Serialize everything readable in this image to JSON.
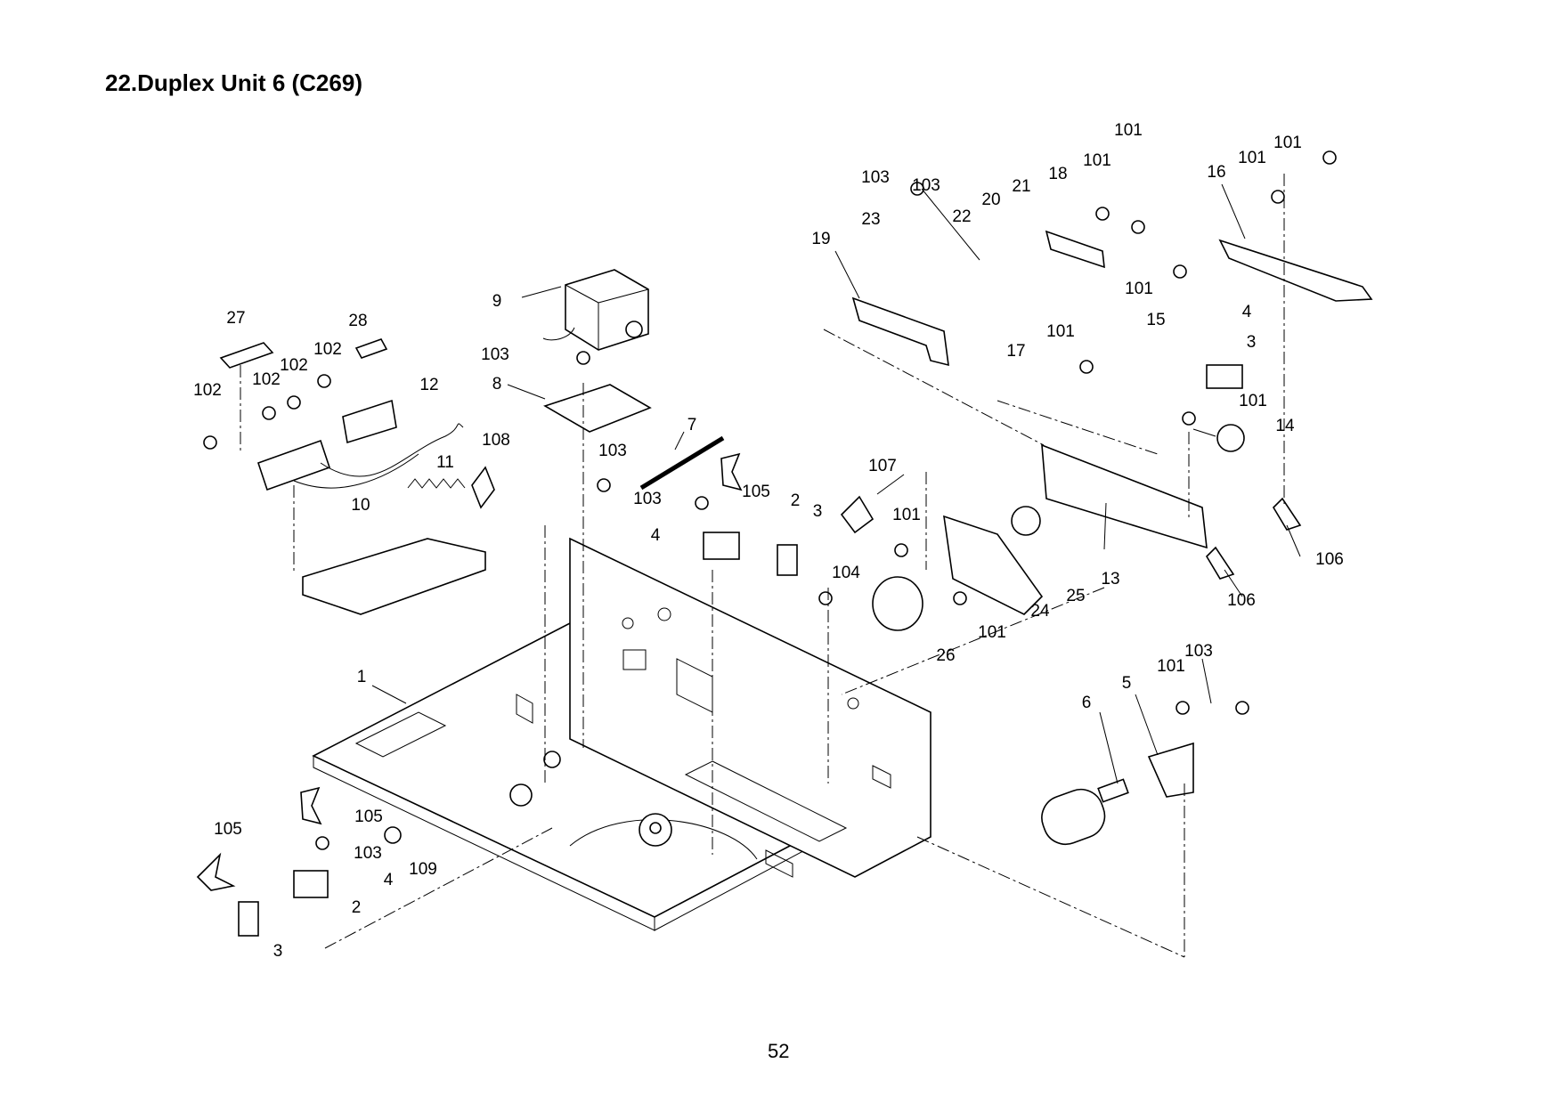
{
  "title": "22.Duplex Unit 6 (C269)",
  "page_number": "52",
  "callouts": [
    {
      "label": "1"
    },
    {
      "label": "2"
    },
    {
      "label": "2"
    },
    {
      "label": "3"
    },
    {
      "label": "3"
    },
    {
      "label": "3"
    },
    {
      "label": "4"
    },
    {
      "label": "4"
    },
    {
      "label": "4"
    },
    {
      "label": "5"
    },
    {
      "label": "6"
    },
    {
      "label": "7"
    },
    {
      "label": "8"
    },
    {
      "label": "9"
    },
    {
      "label": "10"
    },
    {
      "label": "11"
    },
    {
      "label": "12"
    },
    {
      "label": "13"
    },
    {
      "label": "14"
    },
    {
      "label": "15"
    },
    {
      "label": "16"
    },
    {
      "label": "17"
    },
    {
      "label": "18"
    },
    {
      "label": "19"
    },
    {
      "label": "20"
    },
    {
      "label": "21"
    },
    {
      "label": "22"
    },
    {
      "label": "23"
    },
    {
      "label": "24"
    },
    {
      "label": "25"
    },
    {
      "label": "26"
    },
    {
      "label": "27"
    },
    {
      "label": "28"
    },
    {
      "label": "101"
    },
    {
      "label": "101"
    },
    {
      "label": "101"
    },
    {
      "label": "101"
    },
    {
      "label": "101"
    },
    {
      "label": "101"
    },
    {
      "label": "101"
    },
    {
      "label": "101"
    },
    {
      "label": "101"
    },
    {
      "label": "101"
    },
    {
      "label": "102"
    },
    {
      "label": "102"
    },
    {
      "label": "102"
    },
    {
      "label": "102"
    },
    {
      "label": "103"
    },
    {
      "label": "103"
    },
    {
      "label": "103"
    },
    {
      "label": "103"
    },
    {
      "label": "103"
    },
    {
      "label": "103"
    },
    {
      "label": "103"
    },
    {
      "label": "104"
    },
    {
      "label": "105"
    },
    {
      "label": "105"
    },
    {
      "label": "105"
    },
    {
      "label": "106"
    },
    {
      "label": "106"
    },
    {
      "label": "107"
    },
    {
      "label": "108"
    },
    {
      "label": "109"
    }
  ]
}
